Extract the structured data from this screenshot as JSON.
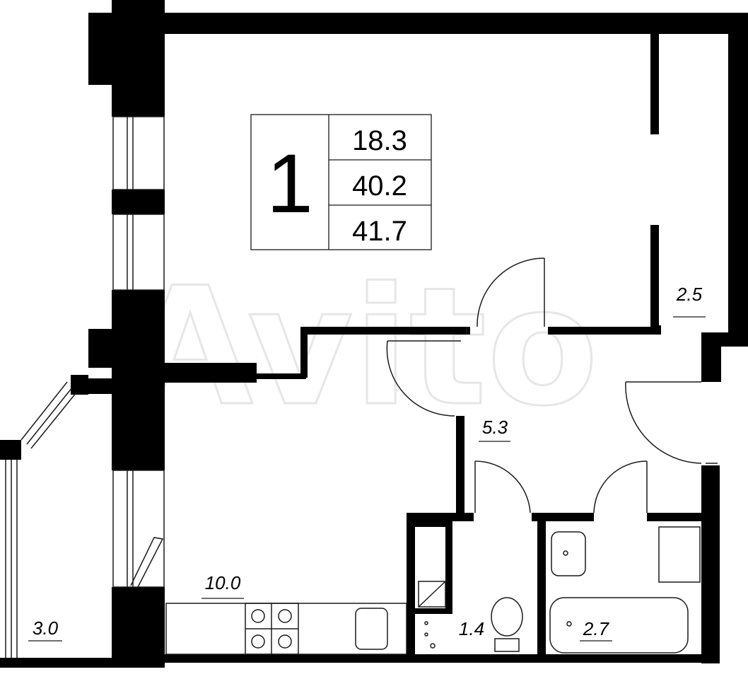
{
  "info_table": {
    "rooms": "1",
    "living_area": "18.3",
    "area_without_balcony": "40.2",
    "total_area": "41.7"
  },
  "rooms": [
    {
      "id": "closet",
      "area": "2.5"
    },
    {
      "id": "hallway",
      "area": "5.3"
    },
    {
      "id": "kitchen",
      "area": "10.0"
    },
    {
      "id": "balcony",
      "area": "3.0"
    },
    {
      "id": "toilet",
      "area": "1.4"
    },
    {
      "id": "bathroom",
      "area": "2.7"
    }
  ],
  "watermark": "Avito",
  "colors": {
    "wall": "#000000",
    "line": "#1a1a1a",
    "background": "#ffffff",
    "watermark": "#e6e6e6"
  }
}
